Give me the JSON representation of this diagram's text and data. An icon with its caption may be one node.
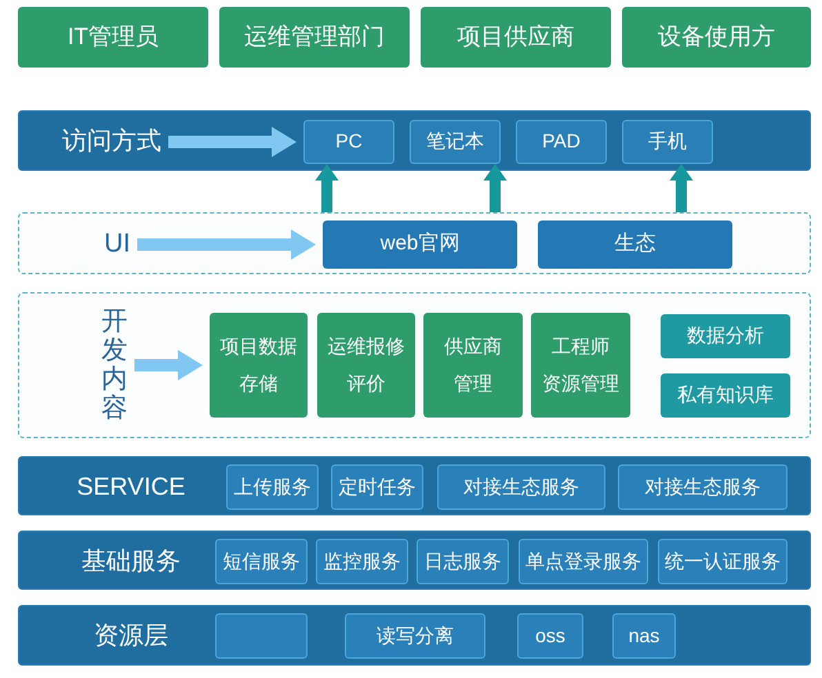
{
  "diagram": {
    "nodes": [
      {
        "text": [
          "IT管理员"
        ]
      },
      {
        "text": [
          "运维管理部门"
        ]
      },
      {
        "text": [
          "项目供应商"
        ]
      },
      {
        "text": [
          "设备使用方"
        ]
      },
      {
        "text": [],
        "shape": "box"
      },
      {
        "text": [
          "访问方式"
        ],
        "in": 4
      },
      {
        "text": [
          "PC"
        ],
        "in": 4
      },
      {
        "text": [
          "笔记本"
        ],
        "in": 4
      },
      {
        "text": [
          "PAD"
        ],
        "in": 4
      },
      {
        "text": [
          "手机"
        ],
        "in": 4
      },
      {
        "text": [],
        "shape": "box"
      },
      {
        "text": [
          "UI"
        ],
        "in": 10
      },
      {
        "text": [
          "web官网"
        ],
        "in": 10
      },
      {
        "text": [
          "生态"
        ],
        "in": 10
      },
      {
        "text": [],
        "shape": "box"
      },
      {
        "text": [
          "开发内容"
        ],
        "in": 14
      },
      {
        "text": [
          "项目数据存储"
        ],
        "in": 14
      },
      {
        "text": [
          "运维报修评价"
        ],
        "in": 14
      },
      {
        "text": [
          "供应商管理"
        ],
        "in": 14
      },
      {
        "text": [
          "工程师资源管理"
        ],
        "in": 14
      },
      {
        "text": [
          "数据分析"
        ],
        "in": 14
      },
      {
        "text": [
          "私有知识库"
        ],
        "in": 14
      },
      {
        "text": [
          "SERVICE"
        ]
      },
      {
        "text": [
          "上传服务"
        ],
        "in": 22
      },
      {
        "text": [
          "定时任务"
        ],
        "in": 22
      },
      {
        "text": [
          "对接生态服务"
        ],
        "in": 22
      },
      {
        "text": [
          "对接生态服务"
        ],
        "in": 22
      },
      {
        "text": [
          "基础服务"
        ]
      },
      {
        "text": [
          "短信服务"
        ],
        "in": 27
      },
      {
        "text": [
          "监控服务"
        ],
        "in": 27
      },
      {
        "text": [
          "日志服务"
        ],
        "in": 27
      },
      {
        "text": [
          "单点登录服务"
        ],
        "in": 27
      },
      {
        "text": [
          "统一认证服务"
        ],
        "in": 27
      },
      {
        "text": [
          "资源层"
        ]
      },
      {
        "text": [],
        "shape": "box",
        "in": 33
      },
      {
        "text": [
          "读写分离"
        ],
        "in": 33
      },
      {
        "text": [
          "oss"
        ],
        "in": 33
      },
      {
        "text": [
          "nas"
        ],
        "in": 33
      }
    ],
    "edges": [
      {
        "from": 5,
        "to": 6,
        "arrow": "to",
        "color": "#80c8f2"
      },
      {
        "from": 11,
        "to": 12,
        "arrow": "to",
        "color": "#80c8f2"
      },
      {
        "from": 15,
        "to": 16,
        "arrow": "to",
        "color": "#80c8f2"
      },
      {
        "from": 10,
        "to": 6,
        "arrow": "to",
        "color": "#16989c"
      },
      {
        "from": 10,
        "to": 7,
        "arrow": "to",
        "color": "#16989c"
      },
      {
        "from": 10,
        "to": 9,
        "arrow": "to",
        "color": "#16989c"
      }
    ]
  }
}
